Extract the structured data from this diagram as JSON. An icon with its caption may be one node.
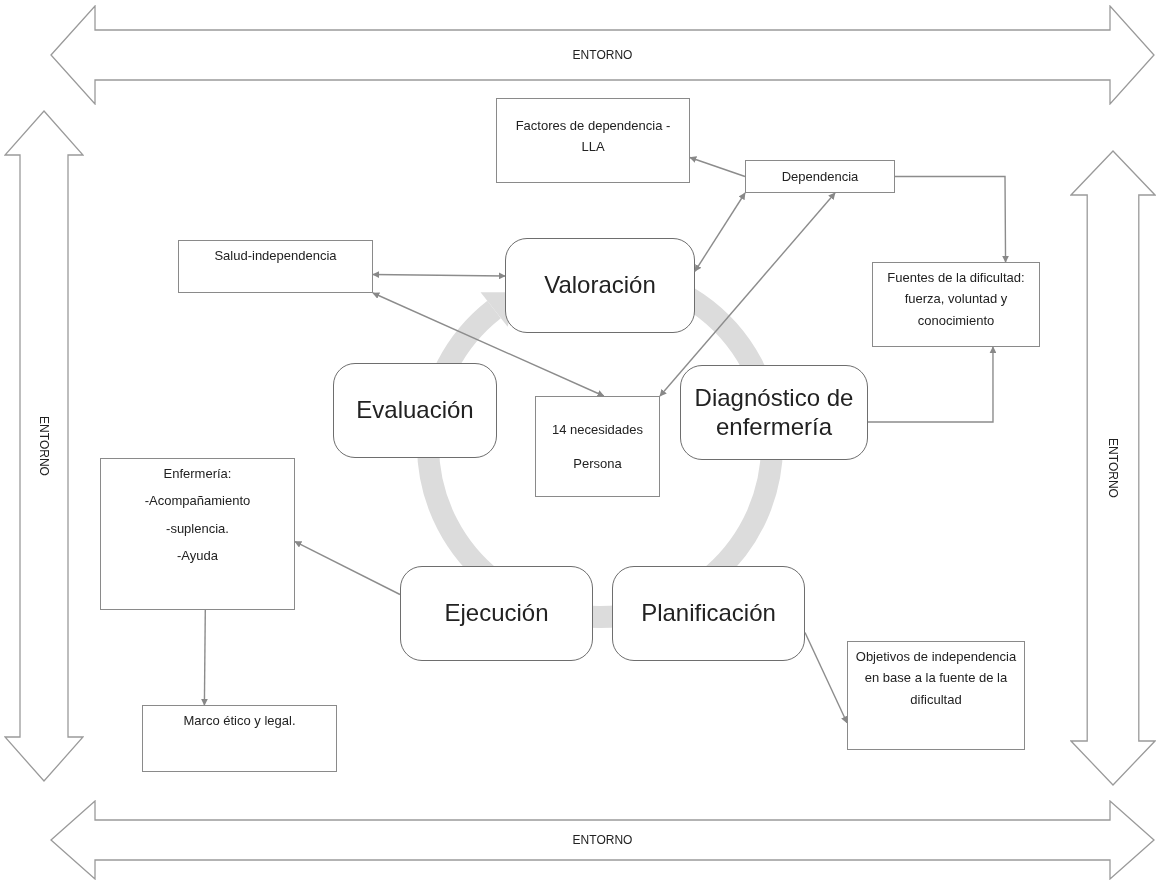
{
  "diagram": {
    "nodes": [
      {
        "text": [
          "ENTORNO"
        ]
      },
      {
        "text": [
          "Factores de dependencia - LLA"
        ]
      },
      {
        "text": [
          "Dependencia"
        ]
      },
      {
        "text": [
          "Salud-independencia"
        ]
      },
      {
        "text": [
          "Valoración"
        ]
      },
      {
        "text": [
          "Fuentes de la dificultad: fuerza, voluntad y conocimiento"
        ]
      },
      {
        "text": [
          "ENTORNO"
        ]
      },
      {
        "text": [
          "ENTORNO"
        ]
      },
      {
        "text": [
          "Evaluación"
        ]
      },
      {
        "text": [
          "14 necesidades",
          "Persona"
        ]
      },
      {
        "text": [
          "Diagnóstico de enfermería"
        ]
      },
      {
        "text": [
          "Enfermería:",
          "-Acompañamiento",
          "-suplencia.",
          "-Ayuda"
        ]
      },
      {
        "text": [
          "Ejecución"
        ]
      },
      {
        "text": [
          "Planificación"
        ]
      },
      {
        "text": [
          "Objetivos de independencia en base a la fuente de la dificultad"
        ]
      },
      {
        "text": [
          "Marco ético y legal."
        ]
      },
      {
        "text": [
          "ENTORNO"
        ]
      }
    ],
    "edges": [
      {
        "from": 2,
        "to": 1,
        "arrow": "to"
      },
      {
        "from": 2,
        "to": 5,
        "arrow": "to"
      },
      {
        "from": 4,
        "to": 2,
        "arrow": "both"
      },
      {
        "from": 9,
        "to": 2,
        "arrow": "both"
      },
      {
        "from": 3,
        "to": 4,
        "arrow": "both"
      },
      {
        "from": 3,
        "to": 9,
        "arrow": "both"
      },
      {
        "from": 10,
        "to": 5,
        "arrow": "to"
      },
      {
        "from": 12,
        "to": 11,
        "arrow": "to"
      },
      {
        "from": 11,
        "to": 15,
        "arrow": "to"
      },
      {
        "from": 13,
        "to": 14,
        "arrow": "to"
      }
    ]
  }
}
